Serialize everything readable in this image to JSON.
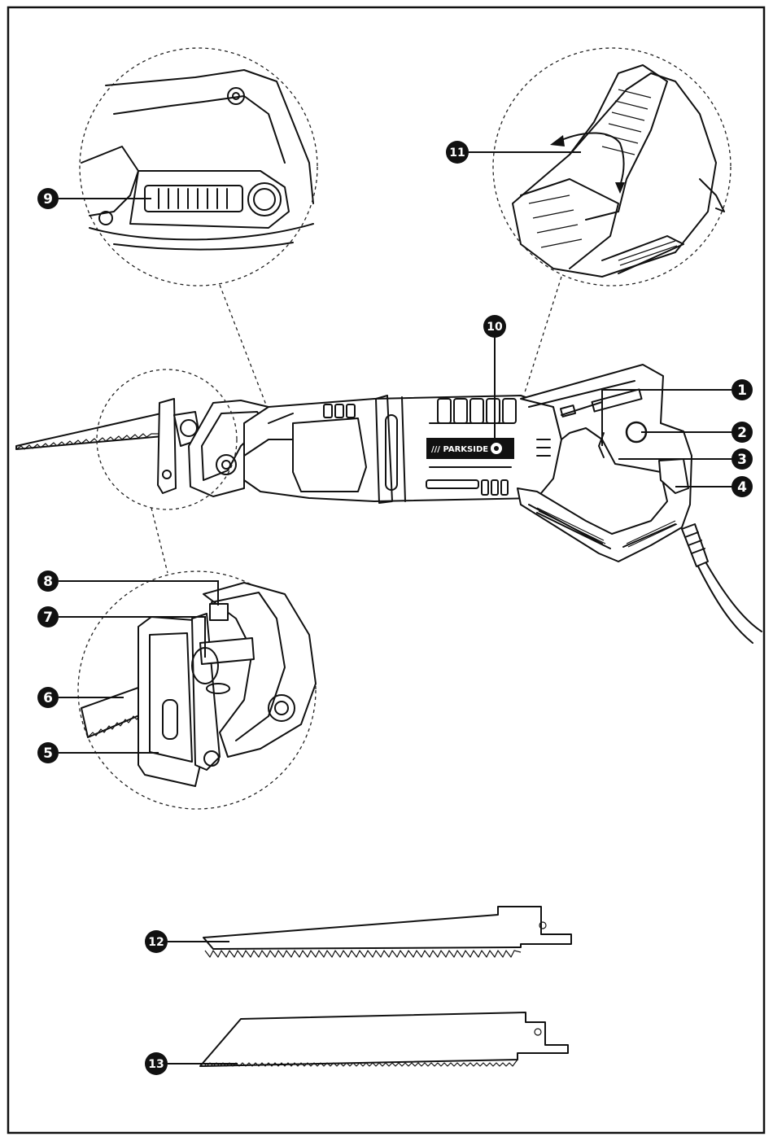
{
  "diagram": {
    "brand_label": "/// PARKSIDE",
    "callouts": [
      "1",
      "2",
      "3",
      "4",
      "5",
      "6",
      "7",
      "8",
      "9",
      "10",
      "11",
      "12",
      "13"
    ]
  },
  "colors": {
    "ink": "#111111",
    "paper": "#ffffff"
  },
  "icons": {
    "rotation_arrows": "curved-arrows-icon"
  }
}
